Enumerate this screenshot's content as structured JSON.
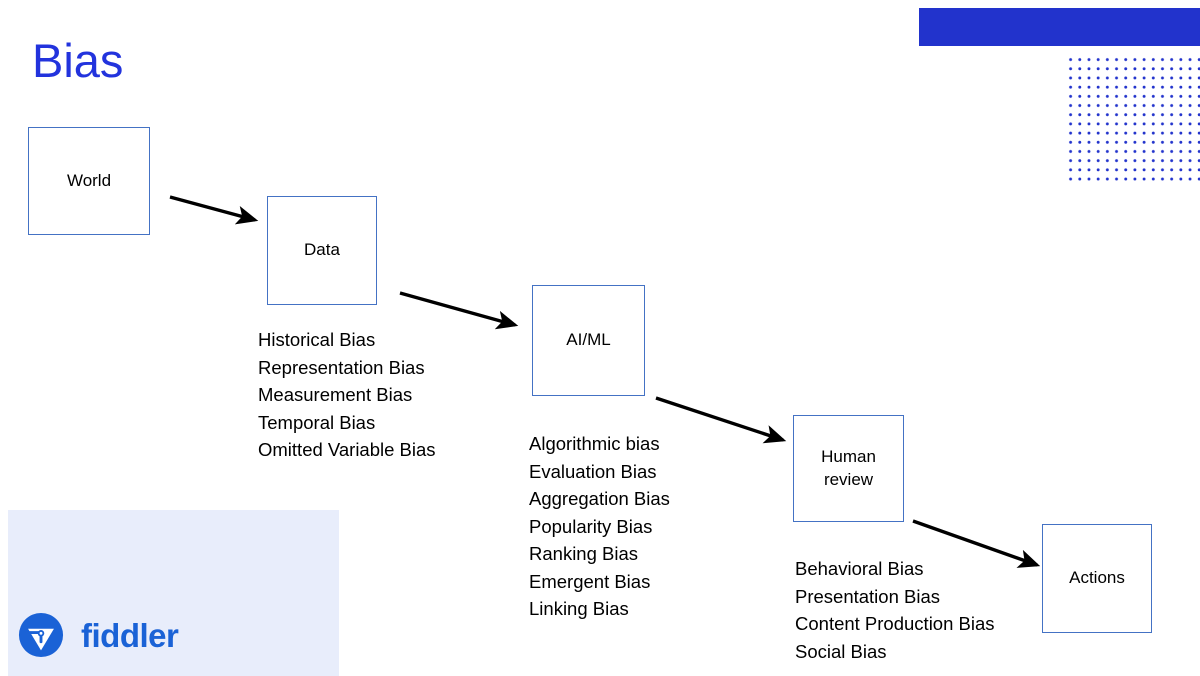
{
  "slide": {
    "title": "Bias",
    "title_color": "#2233DD",
    "background": "#ffffff"
  },
  "decoration": {
    "accent_bar_color": "#2233CC",
    "dot_grid_color": "#2233CC",
    "dot_grid_columns": 15,
    "dot_grid_rows": 14
  },
  "flow": {
    "box_border_color": "#4472C4",
    "boxes": [
      {
        "id": "world",
        "label": "World"
      },
      {
        "id": "data",
        "label": "Data"
      },
      {
        "id": "aiml",
        "label": "AI/ML"
      },
      {
        "id": "human",
        "label_line1": "Human",
        "label_line2": "review"
      },
      {
        "id": "actions",
        "label": "Actions"
      }
    ],
    "arrows": [
      {
        "from": "world",
        "to": "data"
      },
      {
        "from": "data",
        "to": "aiml"
      },
      {
        "from": "aiml",
        "to": "human"
      },
      {
        "from": "human",
        "to": "actions"
      }
    ]
  },
  "bias_lists": [
    {
      "id": "data-biases",
      "items": [
        "Historical Bias",
        "Representation Bias",
        "Measurement Bias",
        "Temporal Bias",
        "Omitted Variable Bias"
      ]
    },
    {
      "id": "aiml-biases",
      "items": [
        "Algorithmic bias",
        "Evaluation Bias",
        "Aggregation Bias",
        "Popularity Bias",
        "Ranking Bias",
        "Emergent Bias",
        "Linking Bias"
      ]
    },
    {
      "id": "human-biases",
      "items": [
        "Behavioral Bias",
        "Presentation Bias",
        "Content Production Bias",
        "Social Bias"
      ]
    }
  ],
  "logo": {
    "wordmark": "fiddler",
    "mark_color": "#1a62d6",
    "panel_color": "#E8EDFB"
  }
}
